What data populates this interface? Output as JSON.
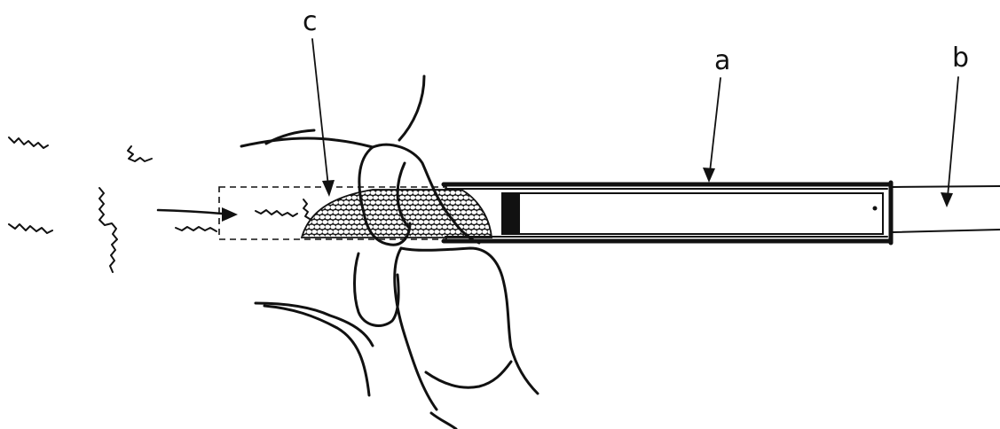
{
  "labels": {
    "a": "a",
    "b": "b",
    "c": "c"
  },
  "colors": {
    "ink": "#111111",
    "background": "#ffffff"
  }
}
